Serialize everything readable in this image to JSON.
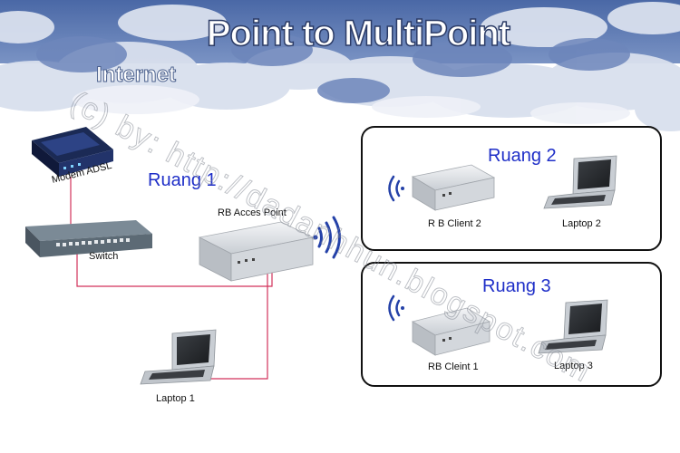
{
  "title": "Point to MultiPoint",
  "cloud_label": "Internet",
  "watermark": "(c) by: http://dadanhhun.blogspot.com",
  "rooms": {
    "room1": "Ruang 1",
    "room2": "Ruang 2",
    "room3": "Ruang 3"
  },
  "devices": {
    "modem": "Modem ADSL",
    "switch": "Switch",
    "ap": "RB Acces Point",
    "client2": "R B Client 2",
    "client1": "RB Cleint 1",
    "laptop1": "Laptop 1",
    "laptop2": "Laptop 2",
    "laptop3": "Laptop 3"
  },
  "colors": {
    "sky": "#5a79b2",
    "cloud": "#d9e0ee",
    "title": "#ffffff",
    "room_label": "#1f2fc8",
    "link": "#d2315a",
    "device": "#e3e6e9",
    "box_border": "#111111"
  }
}
